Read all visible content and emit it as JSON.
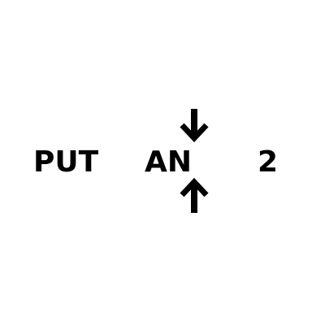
{
  "words": {
    "first": "PUT",
    "second": "AN",
    "third": "2"
  },
  "icons": {
    "top": "arrow-down-icon",
    "bottom": "arrow-up-icon"
  },
  "colors": {
    "foreground": "#000000",
    "background": "#ffffff"
  }
}
